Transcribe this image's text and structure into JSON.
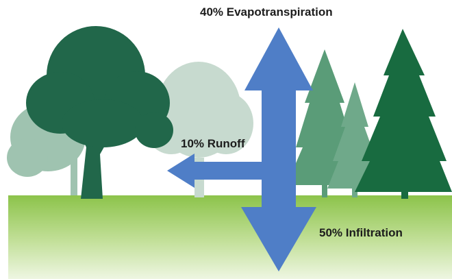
{
  "labels": {
    "evapotranspiration": "40% Evapotranspiration",
    "runoff": "10% Runoff",
    "infiltration": "50% Infiltration"
  },
  "water_balance": {
    "evapotranspiration_percent": 40,
    "runoff_percent": 10,
    "infiltration_percent": 50
  },
  "colors": {
    "arrow": "#4f7ec7",
    "ground_top": "#8cc34a",
    "ground_bottom": "#eef6e2",
    "tree_dark": "#1f6a44",
    "tree_mid": "#4f9a6f",
    "tree_light": "#a3c8b5"
  },
  "icons": [
    "deciduous-tree-icon",
    "conifer-tree-icon",
    "up-arrow-icon",
    "down-arrow-icon",
    "left-arrow-icon"
  ]
}
